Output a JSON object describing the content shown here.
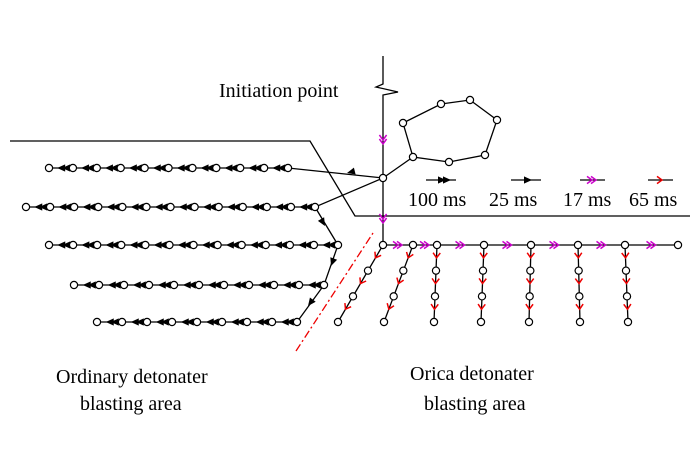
{
  "labels": {
    "initiation_point": "Initiation point",
    "ordinary_line1": "Ordinary detonater",
    "ordinary_line2": "blasting area",
    "orica_line1": "Orica detonater",
    "orica_line2": "blasting area"
  },
  "legend": [
    {
      "text": "100 ms",
      "symbol": "double-black-arrow",
      "color": "#000000"
    },
    {
      "text": "25 ms",
      "symbol": "single-black-arrow",
      "color": "#000000"
    },
    {
      "text": "17 ms",
      "symbol": "double-chevron",
      "color": "#cc00cc"
    },
    {
      "text": "65 ms",
      "symbol": "red-chevron",
      "color": "#ee0000"
    }
  ],
  "colors": {
    "line": "#000000",
    "delay_17ms": "#cc00cc",
    "delay_65ms": "#ee0000",
    "divider": "#ee0000"
  }
}
